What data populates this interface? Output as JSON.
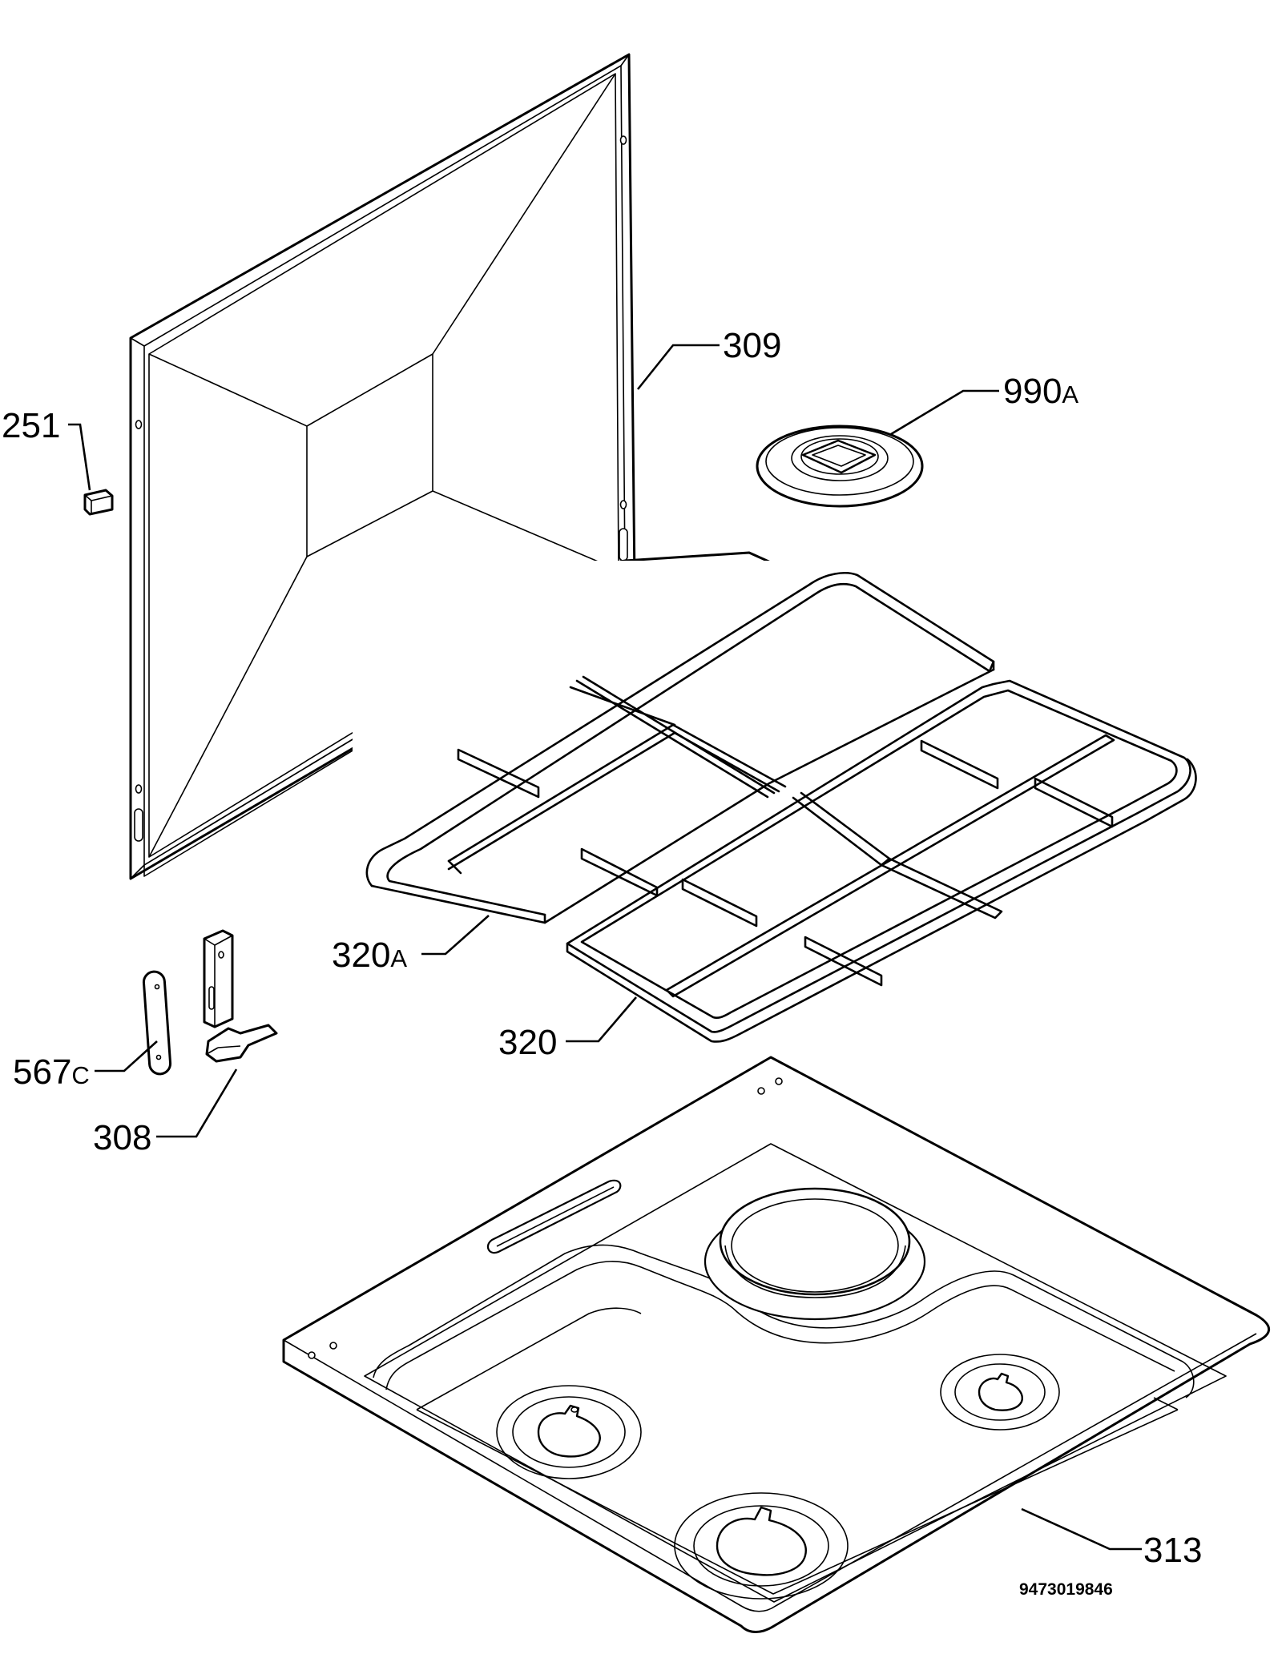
{
  "labels": {
    "p251": "251",
    "p309": "309",
    "p990": "990",
    "p990_suffix": "A",
    "p320a": "320",
    "p320a_suffix": "A",
    "p320": "320",
    "p567": "567",
    "p567_suffix": "C",
    "p308": "308",
    "p313": "313"
  },
  "document_number": "9473019846"
}
